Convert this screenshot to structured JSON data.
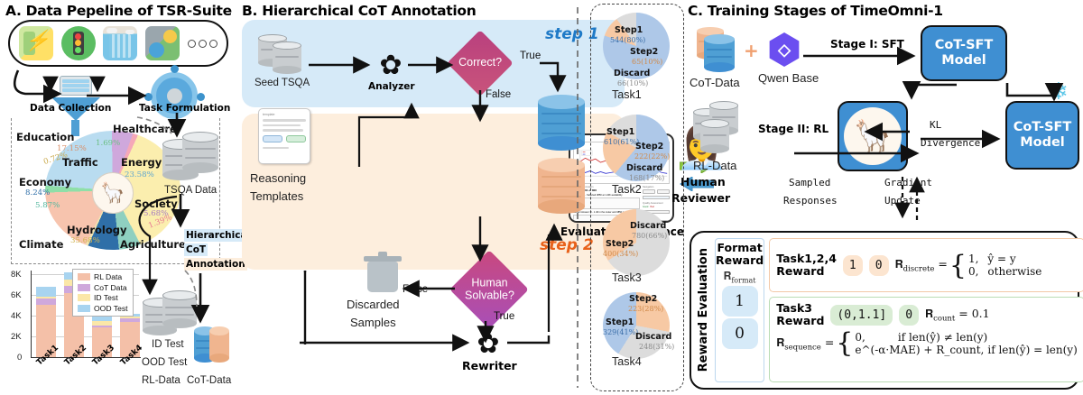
{
  "sections": {
    "a": {
      "title": "A. Data Pepeline of TSR-Suite",
      "domain_icons": [
        "energy-icon",
        "traffic-icon",
        "hydrology-icon",
        "climate-icon",
        "more-dots-icon"
      ],
      "captions": {
        "data_collection": "Data Collection",
        "task_formulation": "Task Formulation",
        "tsqa_data": "TSQA Data",
        "hier_cot_1": "Hierarchical",
        "hier_cot_2": "CoT",
        "hier_cot_3": "Annotation",
        "id_test": "ID Test",
        "ood_test": "OOD Test",
        "rl_data": "RL-Data",
        "cot_data": "CoT-Data"
      }
    },
    "b": {
      "title": "B. Hierarchical CoT Annotation",
      "step1_tag": "step 1",
      "step2_tag": "step 2",
      "seed_tsqa": "Seed TSQA",
      "analyzer": "Analyzer",
      "correct_q": "Correct?",
      "true_1": "True",
      "false_1": "False",
      "reasoning_templates_1": "Reasoning",
      "reasoning_templates_2": "Templates",
      "eval_interface": "Evaluation Interface",
      "human_reviewer_1": "Human",
      "human_reviewer_2": "Reviewer",
      "human_solvable_1": "Human",
      "human_solvable_2": "Solvable?",
      "false_2": "False",
      "true_2": "True",
      "discarded_1": "Discarded",
      "discarded_2": "Samples",
      "rewriter": "Rewriter"
    },
    "c": {
      "title": "C. Training Stages of TimeOmni-1",
      "cot_data": "CoT-Data",
      "plus": "+",
      "qwen_base": "Qwen Base",
      "stage1": "Stage I: SFT",
      "stage2": "Stage II: RL",
      "rl_data": "RL-Data",
      "sft_model_1": "CoT-SFT",
      "sft_model_2": "Model",
      "frozen_model_1": "CoT-SFT",
      "frozen_model_2": "Model",
      "kl_1": "KL",
      "kl_2": "Divergence",
      "sampled_1": "Sampled",
      "sampled_2": "Responses",
      "gradient_1": "Gradient",
      "gradient_2": "Update"
    },
    "reward": {
      "side_label": "Reward Evaluation",
      "format_title_1": "Format",
      "format_title_2": "Reward",
      "format_symbol": "R_format",
      "format_values": [
        "1",
        "0"
      ],
      "task124_title_1": "Task1,2,4",
      "task124_title_2": "Reward",
      "task124_chips": [
        "1",
        "0"
      ],
      "discrete_lhs": "R_discrete =",
      "discrete_case1": "1,",
      "discrete_case1_cond": "ŷ = y",
      "discrete_case2": "0,",
      "discrete_case2_cond": "otherwise",
      "task3_title_1": "Task3",
      "task3_title_2": "Reward",
      "task3_chips": [
        "(0,1.1]",
        "0"
      ],
      "count_eq": "R_count = 0.1",
      "sequence_lhs": "R_sequence =",
      "seq_case1": "0,",
      "seq_case1_cond": "if len(ŷ) ≠ len(y)",
      "seq_case2": "e^(-α·MAE) + R_count,",
      "seq_case2_cond": "if len(ŷ) = len(y)"
    }
  },
  "chart_data": [
    {
      "type": "pie",
      "title": "TSR-Suite domain distribution",
      "id": "domain-pie",
      "labels": [
        "Hydrology",
        "Energy",
        "Traffic",
        "Economy",
        "Climate",
        "Society",
        "Agriculture",
        "Healthcare",
        "Education"
      ],
      "values": [
        35.68,
        23.58,
        17.15,
        8.24,
        5.87,
        5.68,
        1.39,
        1.69,
        0.72
      ],
      "value_labels": [
        "35.68%",
        "23.58%",
        "17.15%",
        "8.24%",
        "5.87%",
        "5.68%",
        "1.39%",
        "1.69%",
        "0.72%"
      ],
      "colors": [
        "#fbeeae",
        "#b9dcf0",
        "#f7c4ae",
        "#2f6fa8",
        "#8fd0c0",
        "#cfa8dc",
        "#f5a8b8",
        "#8fdfa8",
        "#f2e4b0"
      ],
      "legend": "inline-labels"
    },
    {
      "type": "bar",
      "id": "dataset-size-bar",
      "title": "",
      "stacked": true,
      "categories": [
        "Task1",
        "Task2",
        "Task3",
        "Task4"
      ],
      "series": [
        {
          "name": "RL Data",
          "color": "#f4c0a8",
          "values": [
            5000,
            6100,
            2900,
            3400
          ]
        },
        {
          "name": "CoT Data",
          "color": "#cfa8dc",
          "values": [
            600,
            700,
            200,
            300
          ]
        },
        {
          "name": "ID Test",
          "color": "#fbe7a8",
          "values": [
            200,
            600,
            400,
            200
          ]
        },
        {
          "name": "OOD Test",
          "color": "#a8d4f0",
          "values": [
            900,
            700,
            500,
            200
          ]
        }
      ],
      "ylabel": "",
      "ytick_labels": [
        "0",
        "2K",
        "4K",
        "6K",
        "8K"
      ],
      "ytick_values": [
        0,
        2000,
        4000,
        6000,
        8000
      ],
      "ylim": [
        0,
        8800
      ],
      "grid": true,
      "legend_position": "top-right"
    },
    {
      "type": "pie",
      "id": "task1-pie",
      "title": "Task1",
      "labels": [
        "Step1",
        "Step2",
        "Discard"
      ],
      "values": [
        80,
        10,
        10
      ],
      "counts": [
        544,
        65,
        66
      ],
      "value_labels": [
        "544(80%)",
        "65(10%)",
        "66(10%)"
      ],
      "colors": [
        "#aec8e8",
        "#f7c9a4",
        "#dcdcdc"
      ]
    },
    {
      "type": "pie",
      "id": "task2-pie",
      "title": "Task2",
      "labels": [
        "Step1",
        "Step2",
        "Discard"
      ],
      "values": [
        61,
        22,
        17
      ],
      "counts": [
        610,
        222,
        168
      ],
      "value_labels": [
        "610(61%)",
        "222(22%)",
        "168(17%)"
      ],
      "colors": [
        "#aec8e8",
        "#f7c9a4",
        "#dcdcdc"
      ]
    },
    {
      "type": "pie",
      "id": "task3-pie",
      "title": "Task3",
      "labels": [
        "Step2",
        "Discard"
      ],
      "values": [
        34,
        66
      ],
      "counts": [
        400,
        780
      ],
      "value_labels": [
        "400(34%)",
        "780(66%)"
      ],
      "colors": [
        "#f7c9a4",
        "#dcdcdc"
      ]
    },
    {
      "type": "pie",
      "id": "task4-pie",
      "title": "Task4",
      "labels": [
        "Step1",
        "Step2",
        "Discard"
      ],
      "values": [
        41,
        28,
        31
      ],
      "counts": [
        329,
        223,
        248
      ],
      "value_labels": [
        "329(41%)",
        "223(28%)",
        "248(31%)"
      ],
      "colors": [
        "#aec8e8",
        "#f7c9a4",
        "#dcdcdc"
      ]
    },
    {
      "type": "line",
      "id": "eval-interface-thumbnail",
      "title": "River Discharge Time Series: (JEIC vs 3890)",
      "xlabel": "Time Panels (1.5-hour intervals)",
      "series": [
        {
          "name": "JEIC",
          "color": "#d03030",
          "values": []
        },
        {
          "name": "3890",
          "color": "#3030d0",
          "values": []
        }
      ]
    }
  ]
}
